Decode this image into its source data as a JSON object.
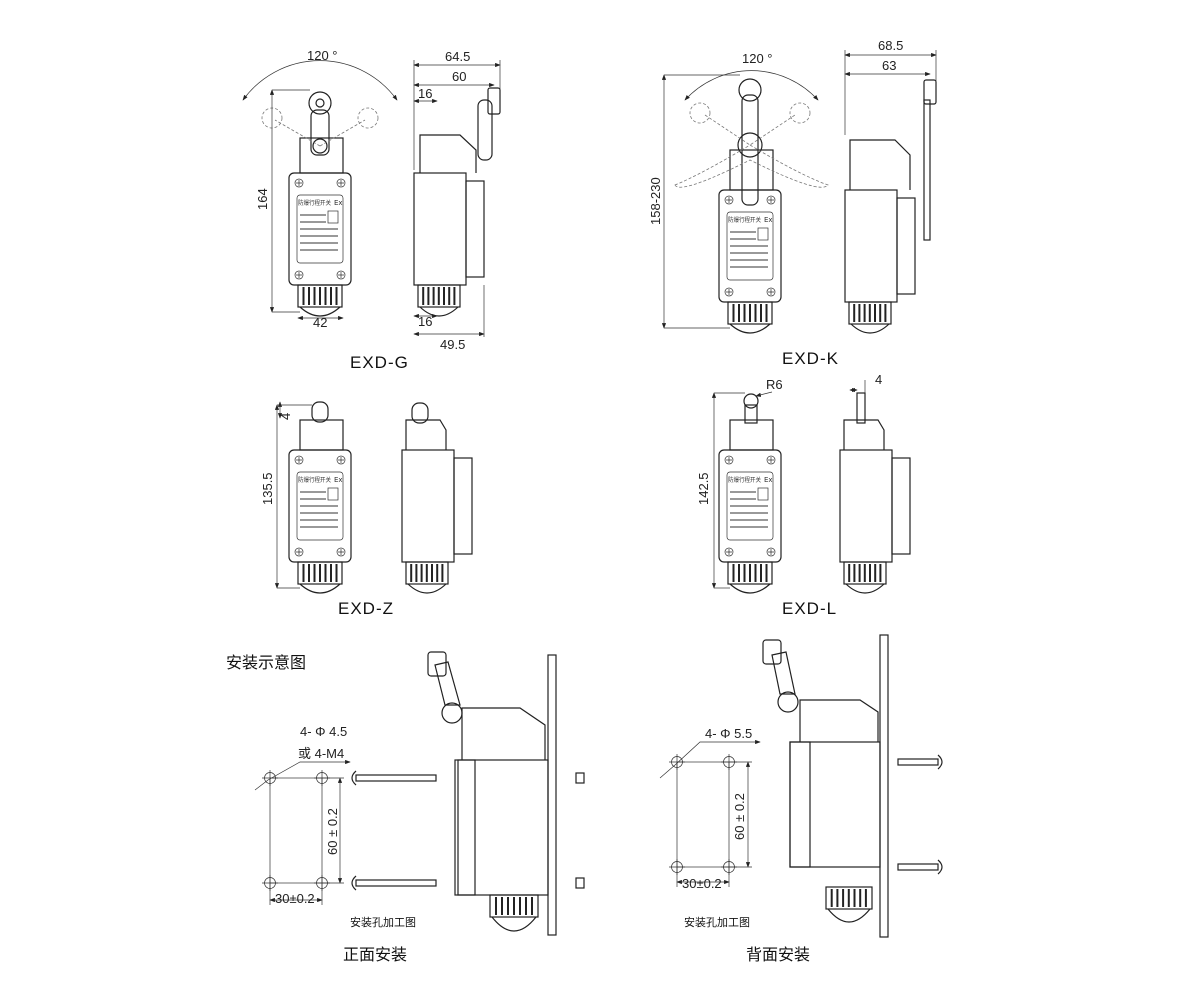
{
  "models": [
    {
      "name": "EXD-G",
      "angle": "120 °",
      "height": "164",
      "width": "42",
      "side_total": "64.5",
      "side_roller": "60",
      "side_offset": "16",
      "side_bottom_offset": "16",
      "side_depth": "49.5"
    },
    {
      "name": "EXD-K",
      "angle": "120 °",
      "height": "158-230",
      "side_total": "68.5",
      "side_roller": "63"
    },
    {
      "name": "EXD-Z",
      "plunger": "4",
      "height": "135.5"
    },
    {
      "name": "EXD-L",
      "radius": "R6",
      "plunger": "4",
      "height": "142.5"
    }
  ],
  "nameplate": {
    "title": "防爆行程开关",
    "mark": "Ex"
  },
  "installation": {
    "title": "安装示意图",
    "front": {
      "holes": "4- Φ 4.5",
      "alt_holes": "或 4-M4",
      "vertical": "60 ± 0.2",
      "horizontal": "30±0.2",
      "hole_caption": "安装孔加工图",
      "caption": "正面安装"
    },
    "back": {
      "holes": "4- Φ 5.5",
      "vertical": "60 ± 0.2",
      "horizontal": "30±0.2",
      "hole_caption": "安装孔加工图",
      "caption": "背面安装"
    }
  }
}
